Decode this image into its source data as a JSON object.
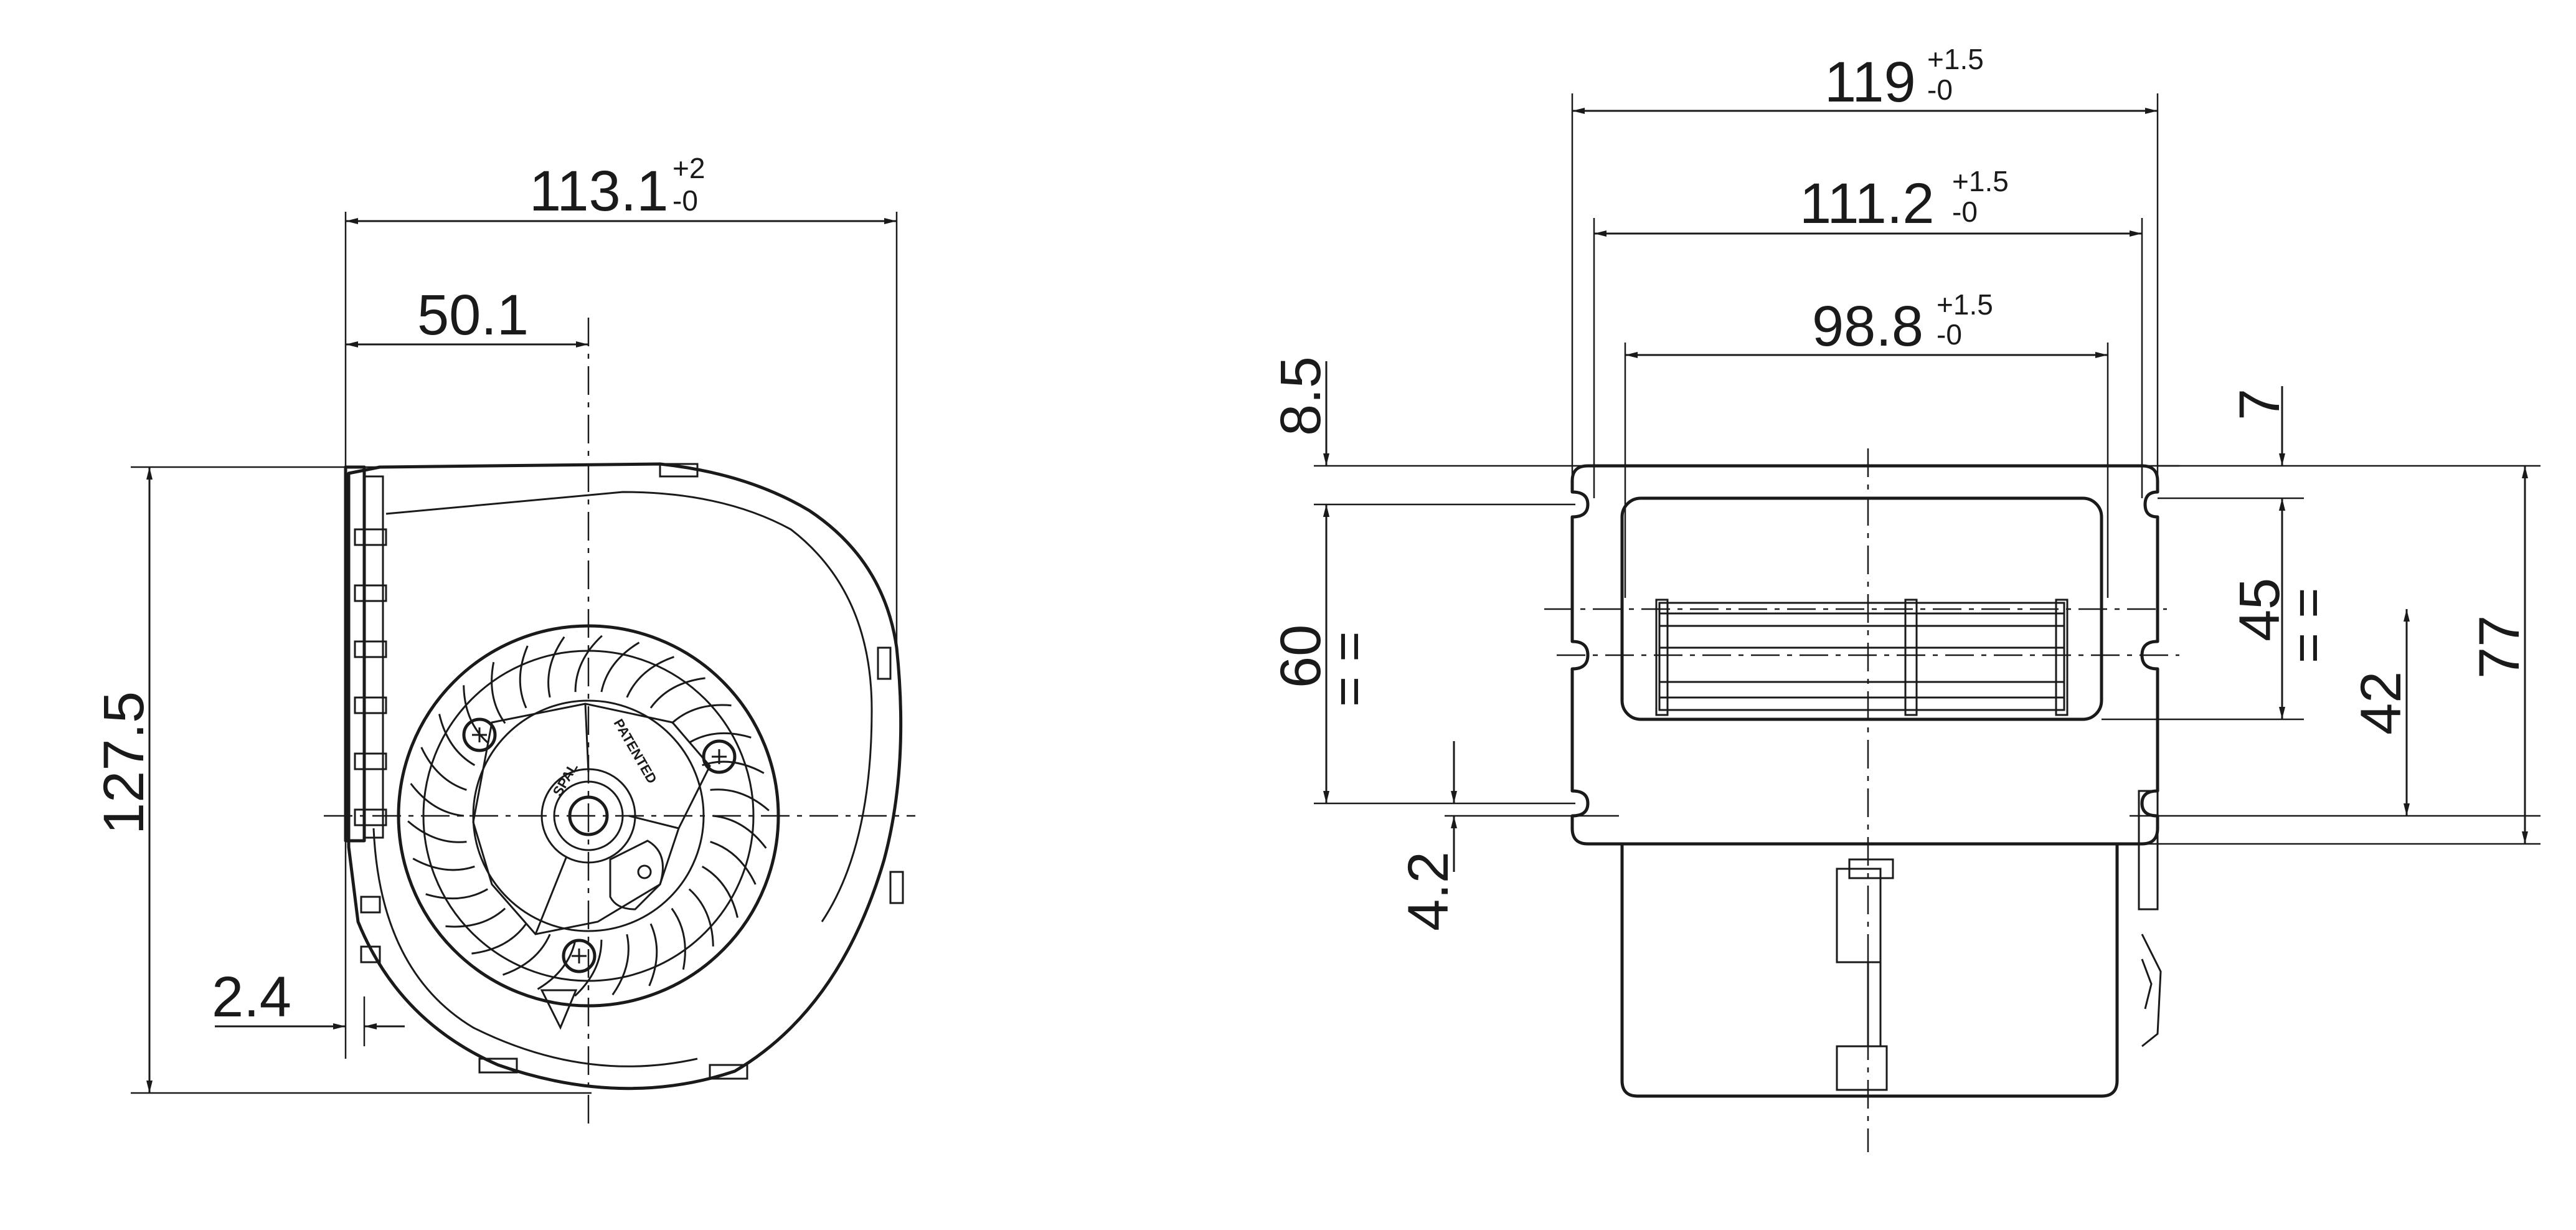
{
  "left_view": {
    "width": {
      "value": "113.1",
      "tol_plus": "+2",
      "tol_minus": "-0"
    },
    "shaft_offset": {
      "value": "50.1"
    },
    "height": {
      "value": "127.5"
    },
    "flange": {
      "value": "2.4"
    },
    "hub_marks": {
      "brand": "SPAL",
      "patent": "PATENTED"
    }
  },
  "right_view": {
    "overall_width": {
      "value": "119",
      "tol_plus": "+1.5",
      "tol_minus": "-0"
    },
    "outlet_width": {
      "value": "111.2",
      "tol_plus": "+1.5",
      "tol_minus": "-0"
    },
    "inner_width": {
      "value": "98.8",
      "tol_plus": "+1.5",
      "tol_minus": "-0"
    },
    "top_offset": {
      "value": "8.5"
    },
    "slot_pitch": {
      "value": "60",
      "symmetry": "= ="
    },
    "slot_offset": {
      "value": "4.2"
    },
    "top_right_offset": {
      "value": "7"
    },
    "outlet_height": {
      "value": "45",
      "symmetry": "= ="
    },
    "center_height": {
      "value": "42"
    },
    "overall_height": {
      "value": "77"
    }
  }
}
